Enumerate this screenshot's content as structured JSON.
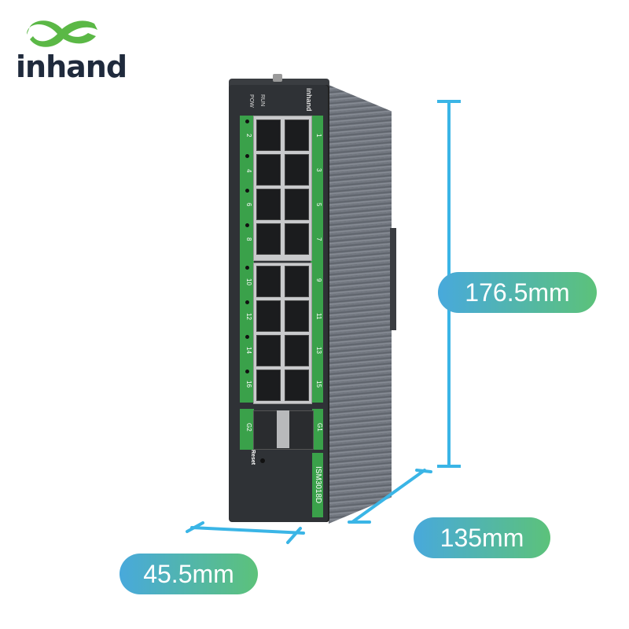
{
  "brand": {
    "name": "inhand",
    "logo_color": "#5bb846",
    "text_color": "#1f2a3c"
  },
  "device": {
    "model": "ISM3018D",
    "front_logo": "inhand",
    "leds": [
      "RUN",
      "POW"
    ],
    "left_ports": [
      "2",
      "4",
      "6",
      "8",
      "10",
      "12",
      "14",
      "16"
    ],
    "right_ports": [
      "1",
      "3",
      "5",
      "7",
      "9",
      "11",
      "13",
      "15"
    ],
    "sfp_ports": [
      "G2",
      "G1"
    ],
    "reset_label": "Reset",
    "strip_color": "#3aa14a",
    "body_color": "#2f3236"
  },
  "dimensions": {
    "height": "176.5mm",
    "depth": "135mm",
    "width": "45.5mm",
    "line_color": "#3ab5e6",
    "pill_gradient": [
      "#48a9dc",
      "#5cc27a"
    ]
  }
}
